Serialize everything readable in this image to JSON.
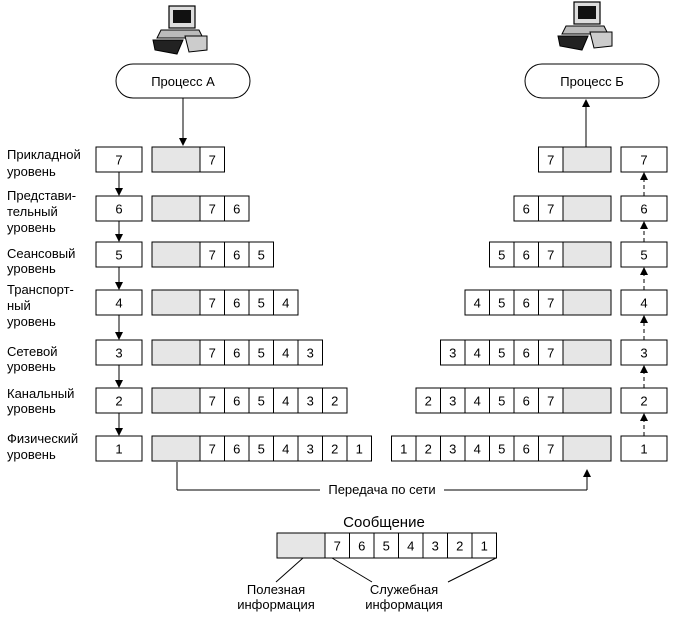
{
  "process_a": "Процесс А",
  "process_b": "Процесс Б",
  "layers": [
    {
      "num": "7",
      "label": [
        "Прикладной",
        "уровень"
      ]
    },
    {
      "num": "6",
      "label": [
        "Представи-",
        "тельный",
        "уровень"
      ]
    },
    {
      "num": "5",
      "label": [
        "Сеансовый",
        "уровень"
      ]
    },
    {
      "num": "4",
      "label": [
        "Транспорт-",
        "ный",
        "уровень"
      ]
    },
    {
      "num": "3",
      "label": [
        "Сетевой",
        "уровень"
      ]
    },
    {
      "num": "2",
      "label": [
        "Канальный",
        "уровень"
      ]
    },
    {
      "num": "1",
      "label": [
        "Физический",
        "уровень"
      ]
    }
  ],
  "network_label": "Передача по сети",
  "legend": {
    "title": "Сообщение",
    "cells": [
      "7",
      "6",
      "5",
      "4",
      "3",
      "2",
      "1"
    ],
    "payload_label": [
      "Полезная",
      "информация"
    ],
    "service_label": [
      "Служебная",
      "информация"
    ]
  },
  "icons": [
    "computer-icon",
    "computer-icon"
  ],
  "colors": {
    "payload_fill": "#e6e6e6",
    "stroke": "#000000",
    "background": "#ffffff"
  }
}
